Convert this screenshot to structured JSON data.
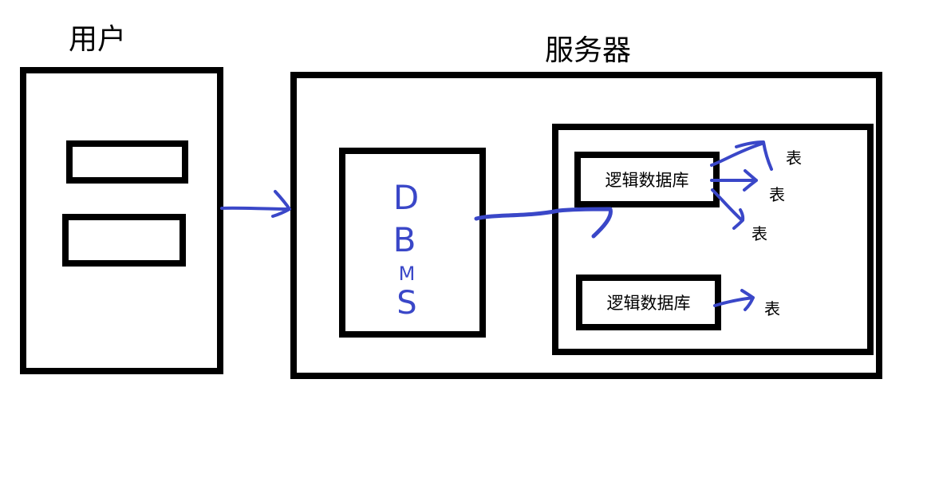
{
  "user": {
    "title": "用户"
  },
  "server": {
    "title": "服务器"
  },
  "dbms": {
    "letters": [
      "D",
      "B",
      "M",
      "S"
    ]
  },
  "logical_databases": [
    {
      "label": "逻辑数据库",
      "tables": [
        "表",
        "表",
        "表"
      ]
    },
    {
      "label": "逻辑数据库",
      "tables": [
        "表"
      ]
    }
  ],
  "colors": {
    "ink": "#3a47c8",
    "border": "#000000",
    "background": "#ffffff"
  }
}
